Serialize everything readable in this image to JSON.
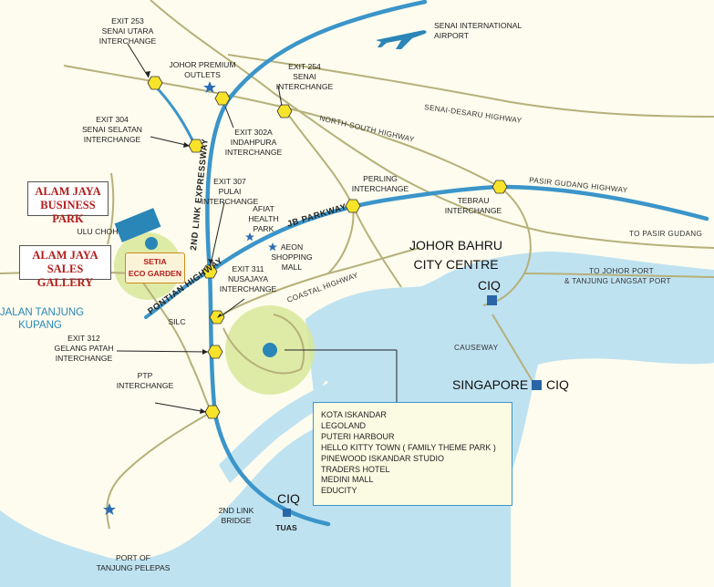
{
  "map": {
    "airport": {
      "label_1": "SENAI INTERNATIONAL",
      "label_2": "AIRPORT",
      "icon": "airplane-icon"
    },
    "exits": {
      "e253": {
        "l1": "EXIT 253",
        "l2": "SENAI UTARA",
        "l3": "INTERCHANGE"
      },
      "premium": {
        "l1": "JOHOR PREMIUM",
        "l2": "OUTLETS"
      },
      "e254": {
        "l1": "EXIT 254",
        "l2": "SENAI",
        "l3": "INTERCHANGE"
      },
      "e304": {
        "l1": "EXIT 304",
        "l2": "SENAI SELATAN",
        "l3": "INTERCHANGE"
      },
      "e302a": {
        "l1": "EXIT 302A",
        "l2": "INDAHPURA",
        "l3": "INTERCHANGE"
      },
      "e307": {
        "l1": "EXIT 307",
        "l2": "PULAI",
        "l3": "INTERCHANGE"
      },
      "afiat": {
        "l1": "AFIAT",
        "l2": "HEALTH",
        "l3": "PARK"
      },
      "aeon": {
        "l1": "AEON",
        "l2": "SHOPPING",
        "l3": "MALL"
      },
      "e311": {
        "l1": "EXIT 311",
        "l2": "NUSAJAYA",
        "l3": "INTERCHANGE"
      },
      "perling": {
        "l1": "PERLING",
        "l2": "INTERCHANGE"
      },
      "tebrau": {
        "l1": "TEBRAU",
        "l2": "INTERCHANGE"
      },
      "e312": {
        "l1": "EXIT 312",
        "l2": "GELANG PATAH",
        "l3": "INTERCHANGE"
      },
      "ptp": {
        "l1": "PTP",
        "l2": "INTERCHANGE"
      },
      "bridge": {
        "l1": "2ND LINK",
        "l2": "BRIDGE"
      },
      "port_ptp": {
        "l1": "PORT OF",
        "l2": "TANJUNG PELEPAS"
      }
    },
    "roads": {
      "senai_desaru": "SENAI-DESARU HIGHWAY",
      "north_south": "NORTH-SOUTH HIGHWAY",
      "pasir_gudang_hwy": "PASIR GUDANG HIGHWAY",
      "to_pasir_gudang": "TO PASIR GUDANG",
      "to_port_1": "TO JOHOR PORT",
      "to_port_2": "& TANJUNG LANGSAT PORT",
      "second_link": "2ND LINK EXPRESSWAY",
      "jb_parkway": "JB PARKWAY",
      "pontian": "PONTIAN HIGHWAY",
      "coastal": "COASTAL HIGHWAY",
      "causeway": "CAUSEWAY"
    },
    "places": {
      "ulu_choh": "ULU CHOH",
      "silc": "SILC",
      "jb_1": "JOHOR BAHRU",
      "jb_2": "CITY CENTRE",
      "ciq_jb": "CIQ",
      "singapore": "SINGAPORE",
      "ciq_sg": "CIQ",
      "ciq_tuas": "CIQ",
      "tuas": "TUAS",
      "jalan_1": "JALAN TANJUNG",
      "jalan_2": "KUPANG"
    },
    "alam_jaya": {
      "business_1": "ALAM JAYA",
      "business_2": "BUSINESS PARK",
      "sales_1": "ALAM JAYA",
      "sales_2": "SALES GALLERY",
      "setia_1": "SETIA",
      "setia_2": "ECO GARDEN"
    },
    "attractions": [
      "KOTA ISKANDAR",
      "LEGOLAND",
      "PUTERI HARBOUR",
      "HELLO KITTY TOWN ( FAMILY THEME PARK )",
      "PINEWOOD ISKANDAR STUDIO",
      "TRADERS HOTEL",
      "MEDINI MALL",
      "EDUCITY"
    ],
    "colors": {
      "expressway": "#3b95c9",
      "road": "#b6b07a",
      "sea": "#bfe2f1",
      "interchange": "#f6e32a",
      "zone": "#d8e79a",
      "accent_red": "#b31b1b"
    }
  }
}
